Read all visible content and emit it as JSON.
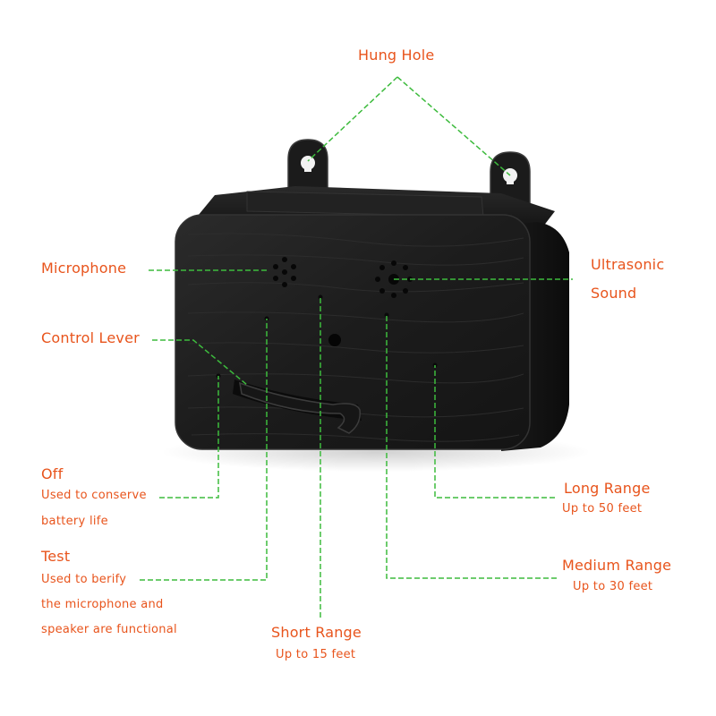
{
  "labels": {
    "hung_hole": "Hung Hole",
    "microphone": "Microphone",
    "ultrasonic_line1": "Ultrasonic",
    "ultrasonic_line2": "Sound",
    "control_lever": "Control Lever",
    "off_title": "Off",
    "off_desc_line1": "Used to conserve",
    "off_desc_line2": "battery life",
    "test_title": "Test",
    "test_desc_line1": "Used to berify",
    "test_desc_line2": "the microphone and",
    "test_desc_line3": "speaker are functional",
    "long_range_title": "Long Range",
    "long_range_desc": "Up to 50 feet",
    "medium_range_title": "Medium Range",
    "medium_range_desc": "Up to 30 feet",
    "short_range_title": "Short Range",
    "short_range_desc": "Up to 15 feet"
  },
  "colors": {
    "label_text": "#e8541c",
    "leader_line": "#3dbb3d",
    "device_body": "#1a1a1a"
  }
}
